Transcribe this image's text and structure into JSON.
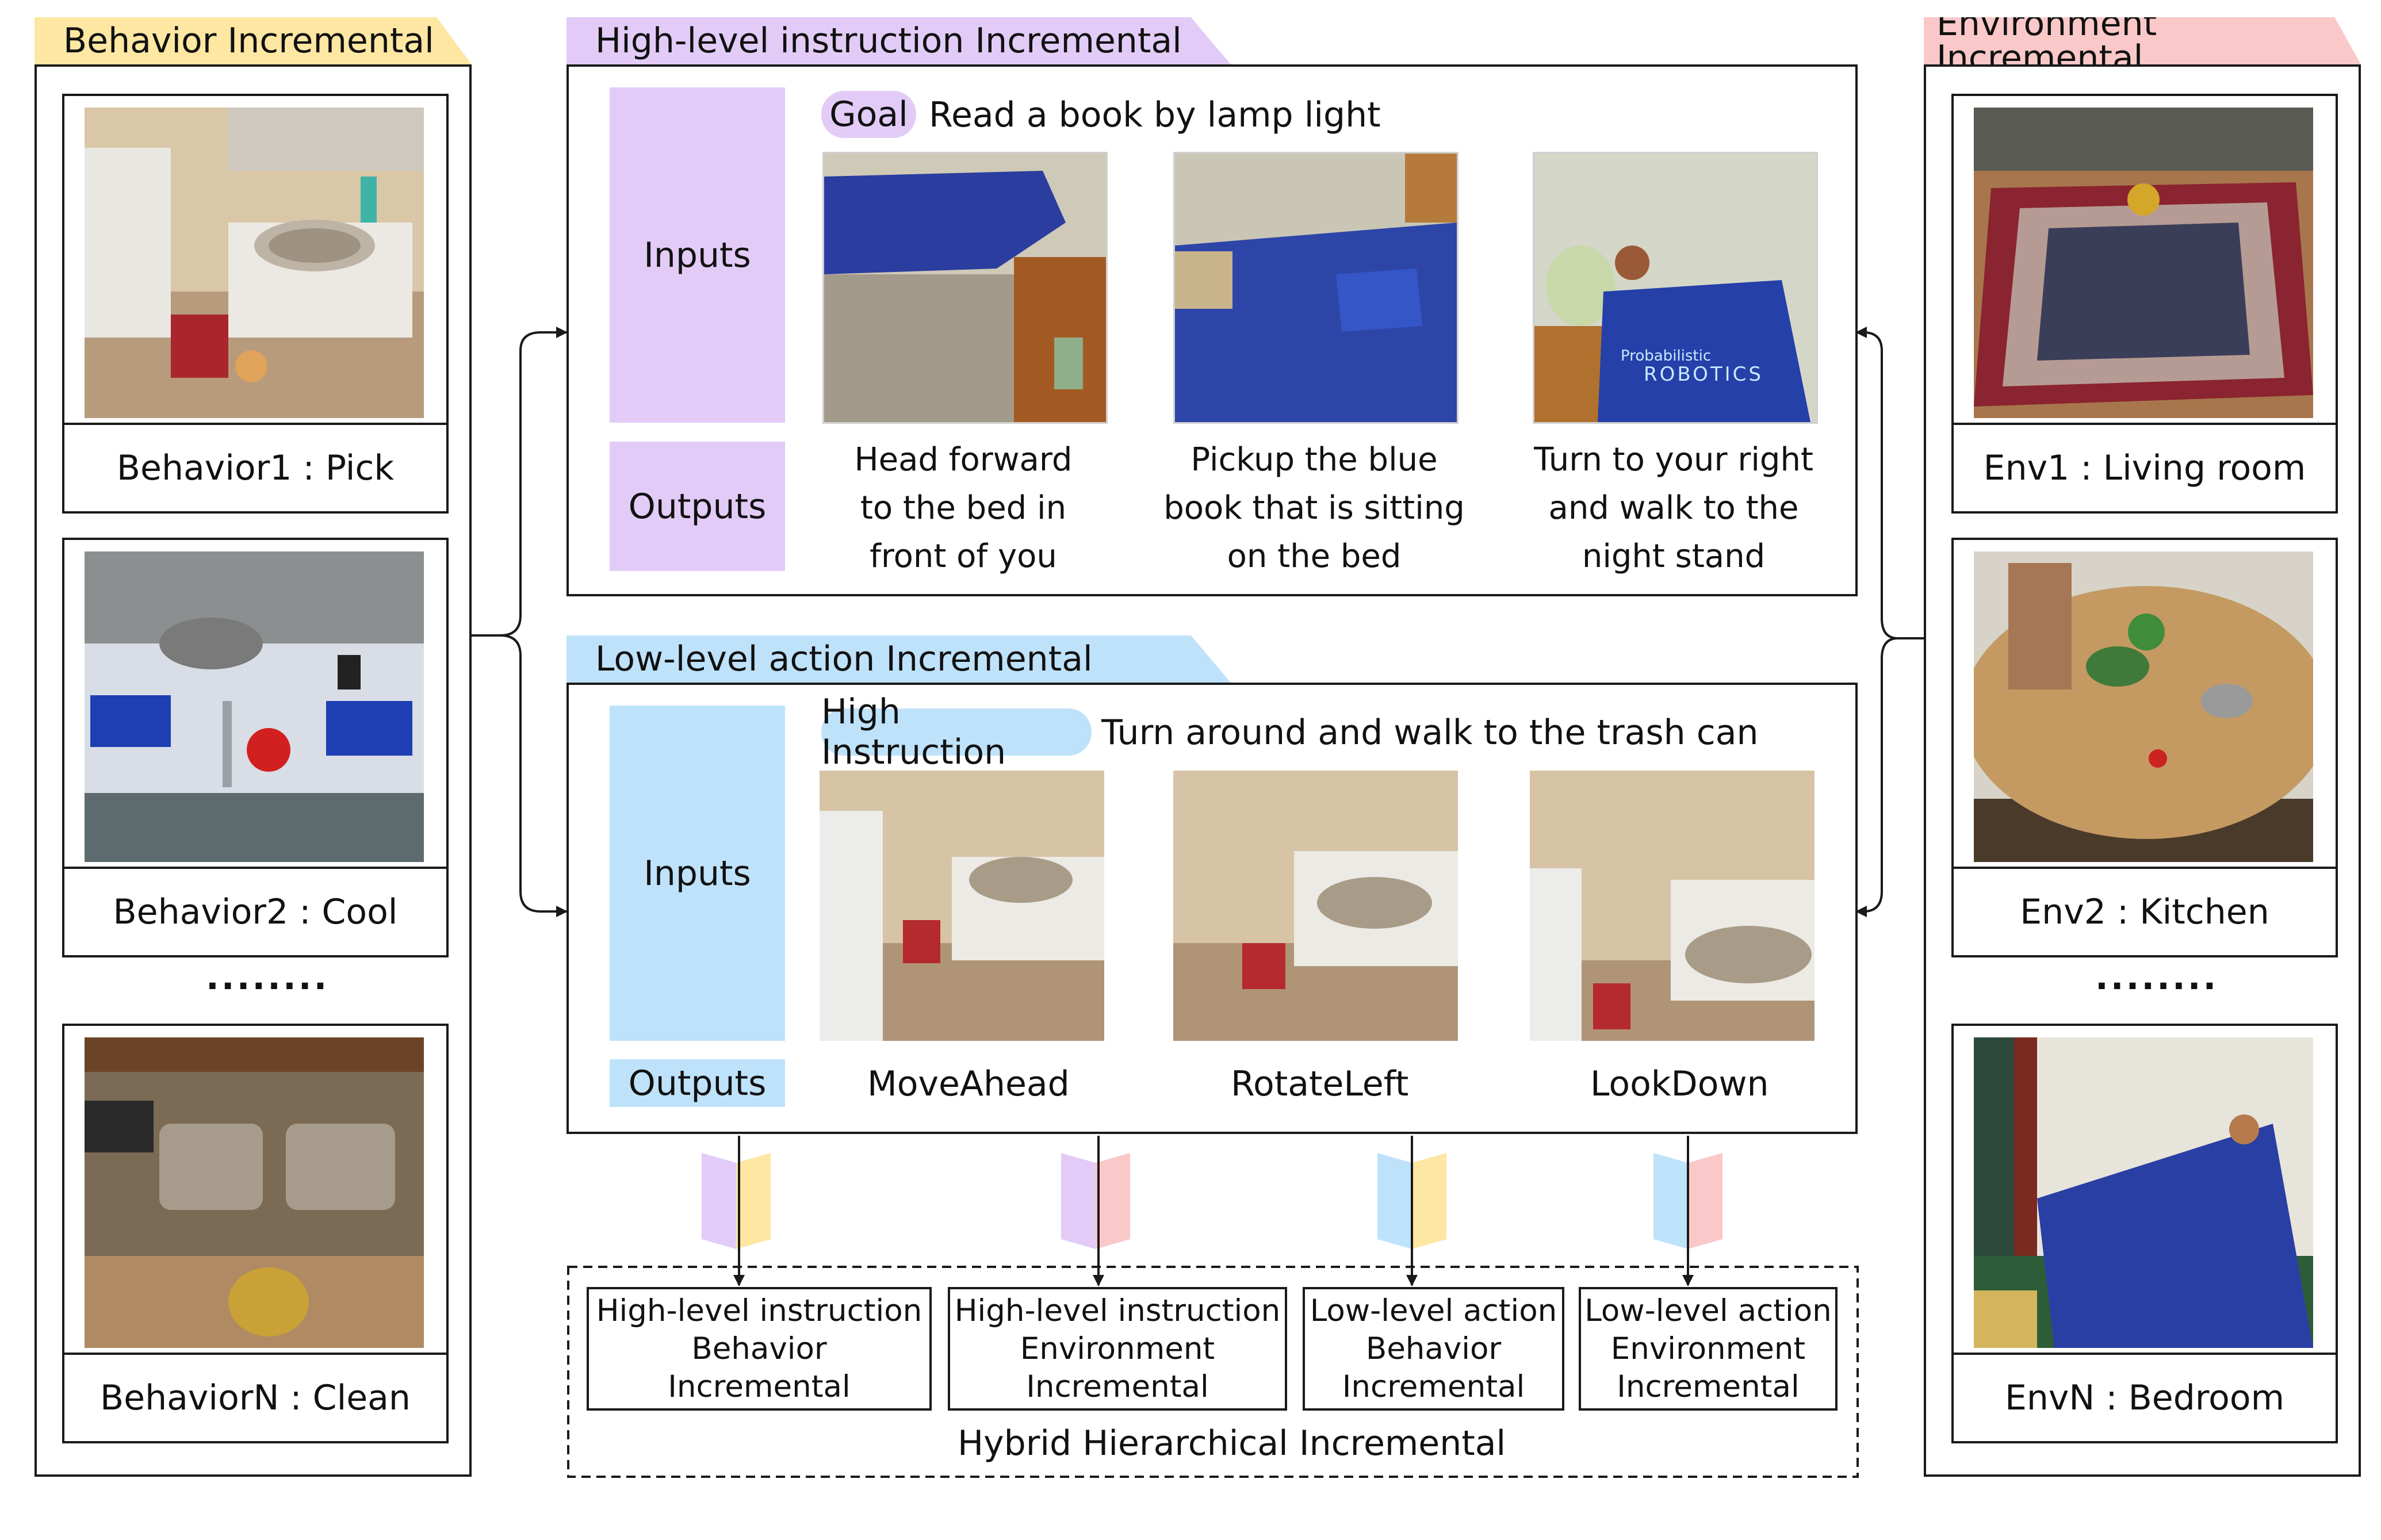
{
  "colors": {
    "behavior_yellow": "#fde7a2",
    "highlevel_purple": "#e2ccf7",
    "lowlevel_blue": "#bfe2fb",
    "environment_pink": "#fac8c8",
    "border": "#1a1a1a"
  },
  "behavior": {
    "title": "Behavior Incremental",
    "cards": [
      {
        "label": "Behavior1 : Pick",
        "scene": "bathroom-sink"
      },
      {
        "label": "Behavior2 : Cool",
        "scene": "kitchen-table"
      },
      {
        "label": "BehaviorN : Clean",
        "scene": "double-sink"
      }
    ],
    "ellipsis": "........"
  },
  "environment": {
    "title": "Environment Incremental",
    "cards": [
      {
        "label": "Env1 : Living room",
        "scene": "living-room"
      },
      {
        "label": "Env2 : Kitchen",
        "scene": "kitchen"
      },
      {
        "label": "EnvN : Bedroom",
        "scene": "bedroom"
      }
    ],
    "ellipsis": "........"
  },
  "high_level": {
    "title": "High-level instruction Incremental",
    "inputs_label": "Inputs",
    "outputs_label": "Outputs",
    "goal_tag": "Goal",
    "goal_text": "Read a book by lamp light",
    "frames": [
      {
        "scene": "bed-view",
        "lines": [
          "Head forward",
          "to the bed in",
          "front of you"
        ]
      },
      {
        "scene": "book-on-bed",
        "lines": [
          "Pickup the blue",
          "book that is sitting",
          "on the bed"
        ]
      },
      {
        "scene": "robotics-book",
        "lines": [
          "Turn to your right",
          "and walk to the",
          "night stand"
        ]
      }
    ]
  },
  "low_level": {
    "title": "Low-level action Incremental",
    "inputs_label": "Inputs",
    "outputs_label": "Outputs",
    "instruction_tag": "High Instruction",
    "instruction_text": "Turn around and walk to the trash can",
    "frames": [
      {
        "scene": "sink-left",
        "action": "MoveAhead"
      },
      {
        "scene": "sink-center",
        "action": "RotateLeft"
      },
      {
        "scene": "sink-down",
        "action": "LookDown"
      }
    ]
  },
  "hybrid": {
    "title": "Hybrid Hierarchical Incremental",
    "boxes": [
      {
        "lines": [
          "High-level instruction",
          "Behavior",
          "Incremental"
        ]
      },
      {
        "lines": [
          "High-level instruction",
          "Environment",
          "Incremental"
        ]
      },
      {
        "lines": [
          "Low-level action",
          "Behavior",
          "Incremental"
        ]
      },
      {
        "lines": [
          "Low-level action",
          "Environment",
          "Incremental"
        ]
      }
    ]
  },
  "book_cover": {
    "line1": "Probabilistic",
    "line2": "ROBOTICS"
  }
}
